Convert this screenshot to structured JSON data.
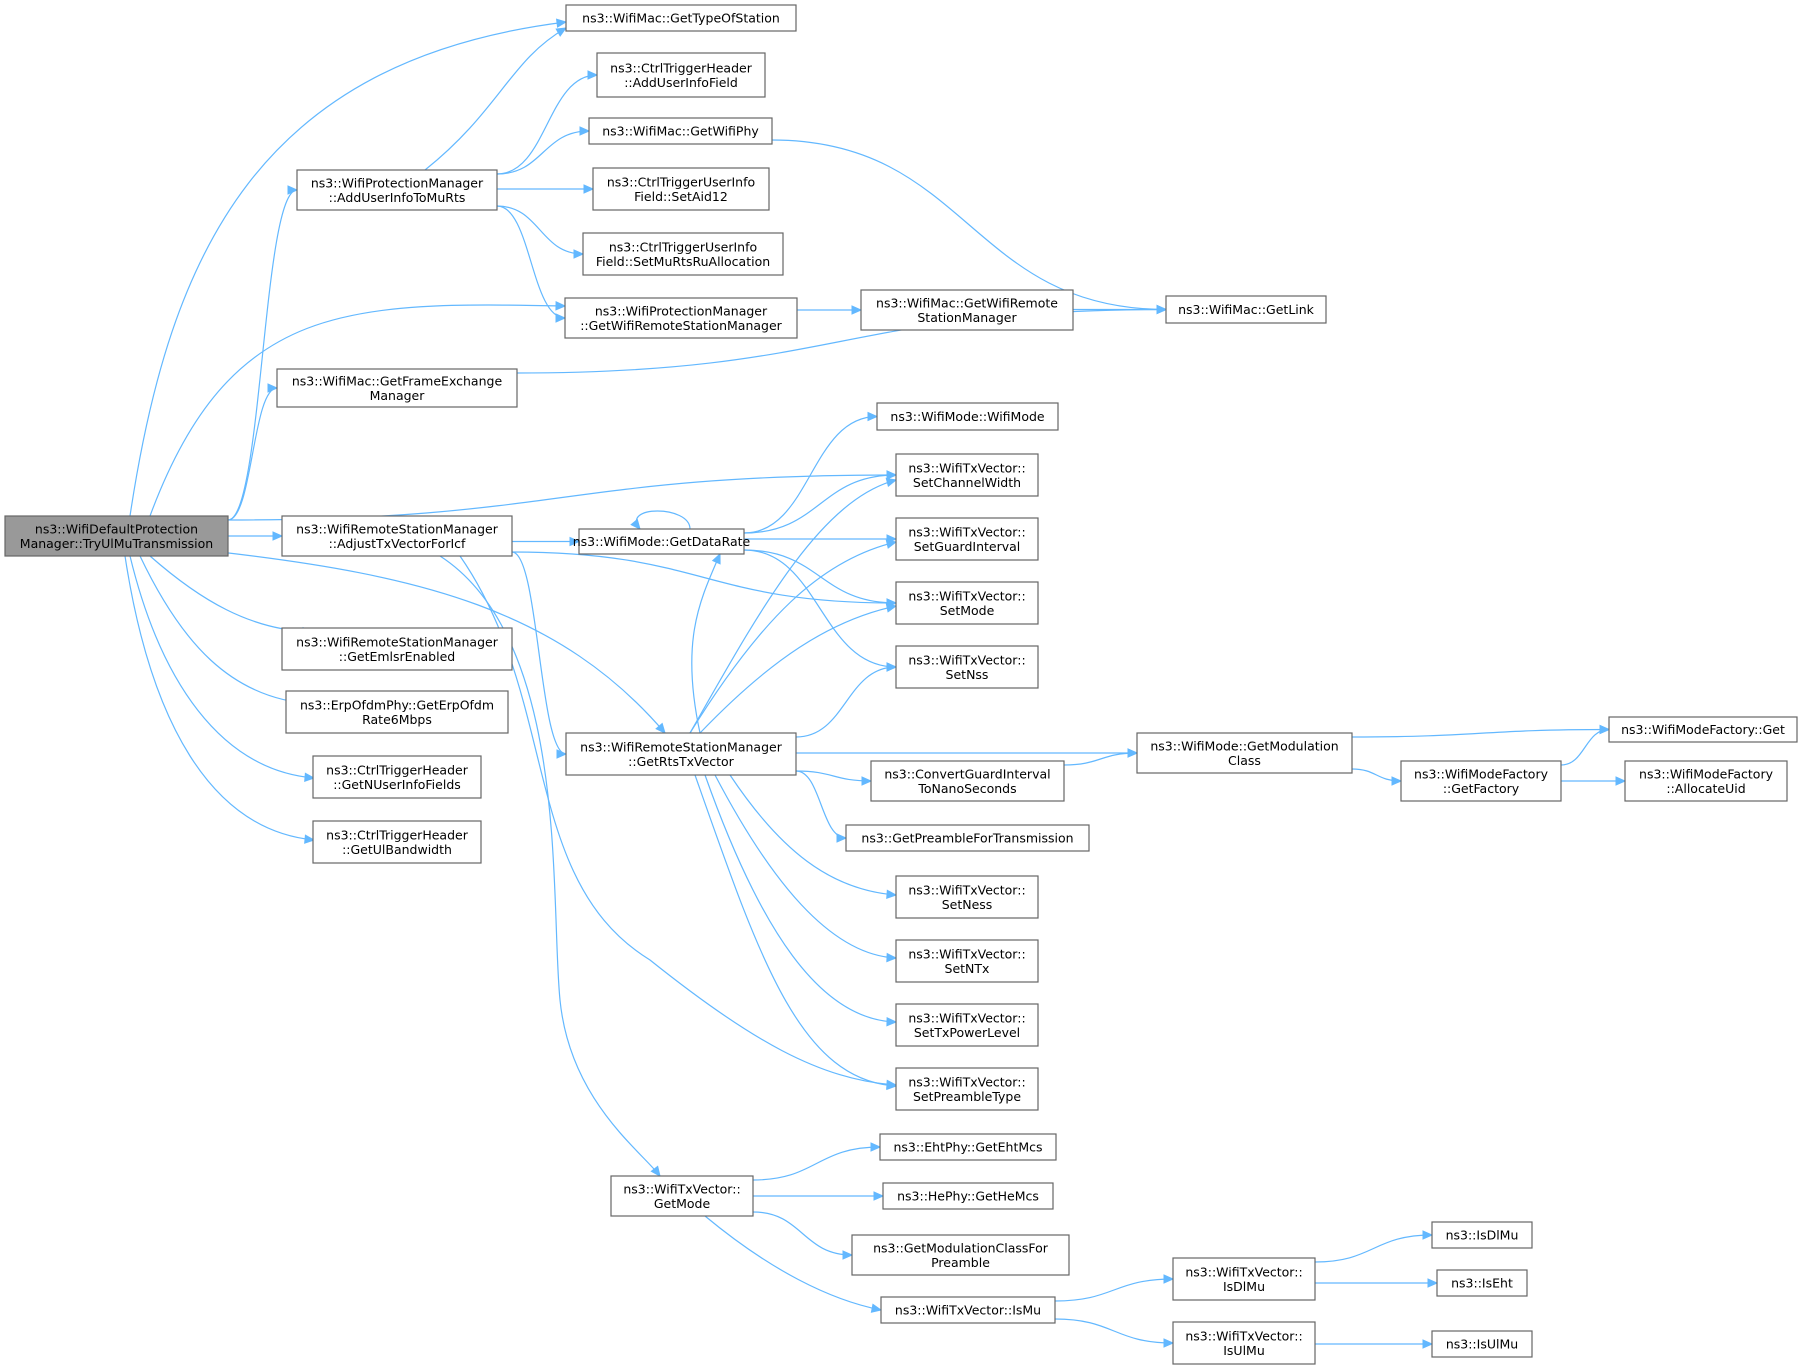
{
  "graph": {
    "nodes": [
      {
        "id": "root",
        "lines": [
          "ns3::WifiDefaultProtection",
          "Manager::TryUlMuTransmission"
        ],
        "root": true
      },
      {
        "id": "getTypeOfStation",
        "lines": [
          "ns3::WifiMac::GetTypeOfStation"
        ]
      },
      {
        "id": "addUserInfoField",
        "lines": [
          "ns3::CtrlTriggerHeader",
          "::AddUserInfoField"
        ]
      },
      {
        "id": "getWifiPhy",
        "lines": [
          "ns3::WifiMac::GetWifiPhy"
        ]
      },
      {
        "id": "setAid12",
        "lines": [
          "ns3::CtrlTriggerUserInfo",
          "Field::SetAid12"
        ]
      },
      {
        "id": "setMuRtsRuAllocation",
        "lines": [
          "ns3::CtrlTriggerUserInfo",
          "Field::SetMuRtsRuAllocation"
        ]
      },
      {
        "id": "addUserInfoToMuRts",
        "lines": [
          "ns3::WifiProtectionManager",
          "::AddUserInfoToMuRts"
        ]
      },
      {
        "id": "pmGetWifiRemoteStationManager",
        "lines": [
          "ns3::WifiProtectionManager",
          "::GetWifiRemoteStationManager"
        ]
      },
      {
        "id": "macGetWifiRemoteStationManager",
        "lines": [
          "ns3::WifiMac::GetWifiRemote",
          "StationManager"
        ]
      },
      {
        "id": "getLink",
        "lines": [
          "ns3::WifiMac::GetLink"
        ]
      },
      {
        "id": "getFrameExchangeManager",
        "lines": [
          "ns3::WifiMac::GetFrameExchange",
          "Manager"
        ]
      },
      {
        "id": "wifiModeCtor",
        "lines": [
          "ns3::WifiMode::WifiMode"
        ]
      },
      {
        "id": "setChannelWidth",
        "lines": [
          "ns3::WifiTxVector::",
          "SetChannelWidth"
        ]
      },
      {
        "id": "adjustTxVectorForIcf",
        "lines": [
          "ns3::WifiRemoteStationManager",
          "::AdjustTxVectorForIcf"
        ]
      },
      {
        "id": "getDataRate",
        "lines": [
          "ns3::WifiMode::GetDataRate"
        ]
      },
      {
        "id": "setGuardInterval",
        "lines": [
          "ns3::WifiTxVector::",
          "SetGuardInterval"
        ]
      },
      {
        "id": "setMode",
        "lines": [
          "ns3::WifiTxVector::",
          "SetMode"
        ]
      },
      {
        "id": "setNss",
        "lines": [
          "ns3::WifiTxVector::",
          "SetNss"
        ]
      },
      {
        "id": "getEmlsrEnabled",
        "lines": [
          "ns3::WifiRemoteStationManager",
          "::GetEmlsrEnabled"
        ]
      },
      {
        "id": "getErpOfdmRate6Mbps",
        "lines": [
          "ns3::ErpOfdmPhy::GetErpOfdm",
          "Rate6Mbps"
        ]
      },
      {
        "id": "getNUserInfoFields",
        "lines": [
          "ns3::CtrlTriggerHeader",
          "::GetNUserInfoFields"
        ]
      },
      {
        "id": "getUlBandwidth",
        "lines": [
          "ns3::CtrlTriggerHeader",
          "::GetUlBandwidth"
        ]
      },
      {
        "id": "getRtsTxVector",
        "lines": [
          "ns3::WifiRemoteStationManager",
          "::GetRtsTxVector"
        ]
      },
      {
        "id": "getModulationClass",
        "lines": [
          "ns3::WifiMode::GetModulation",
          "Class"
        ]
      },
      {
        "id": "factoryGet",
        "lines": [
          "ns3::WifiModeFactory::Get"
        ]
      },
      {
        "id": "convertGuardInterval",
        "lines": [
          "ns3::ConvertGuardInterval",
          "ToNanoSeconds"
        ]
      },
      {
        "id": "getFactory",
        "lines": [
          "ns3::WifiModeFactory",
          "::GetFactory"
        ]
      },
      {
        "id": "allocateUid",
        "lines": [
          "ns3::WifiModeFactory",
          "::AllocateUid"
        ]
      },
      {
        "id": "getPreambleForTransmission",
        "lines": [
          "ns3::GetPreambleForTransmission"
        ]
      },
      {
        "id": "setNess",
        "lines": [
          "ns3::WifiTxVector::",
          "SetNess"
        ]
      },
      {
        "id": "setNTx",
        "lines": [
          "ns3::WifiTxVector::",
          "SetNTx"
        ]
      },
      {
        "id": "setTxPowerLevel",
        "lines": [
          "ns3::WifiTxVector::",
          "SetTxPowerLevel"
        ]
      },
      {
        "id": "setPreambleType",
        "lines": [
          "ns3::WifiTxVector::",
          "SetPreambleType"
        ]
      },
      {
        "id": "getEhtMcs",
        "lines": [
          "ns3::EhtPhy::GetEhtMcs"
        ]
      },
      {
        "id": "getMode",
        "lines": [
          "ns3::WifiTxVector::",
          "GetMode"
        ]
      },
      {
        "id": "getHeMcs",
        "lines": [
          "ns3::HePhy::GetHeMcs"
        ]
      },
      {
        "id": "getModulationClassForPreamble",
        "lines": [
          "ns3::GetModulationClassFor",
          "Preamble"
        ]
      },
      {
        "id": "isDlMuFree",
        "lines": [
          "ns3::IsDlMu"
        ]
      },
      {
        "id": "txIsDlMu",
        "lines": [
          "ns3::WifiTxVector::",
          "IsDlMu"
        ]
      },
      {
        "id": "isEht",
        "lines": [
          "ns3::IsEht"
        ]
      },
      {
        "id": "isMu",
        "lines": [
          "ns3::WifiTxVector::IsMu"
        ]
      },
      {
        "id": "txIsUlMu",
        "lines": [
          "ns3::WifiTxVector::",
          "IsUlMu"
        ]
      },
      {
        "id": "isUlMuFree",
        "lines": [
          "ns3::IsUlMu"
        ]
      }
    ],
    "edges": [
      [
        "root",
        "getTypeOfStation"
      ],
      [
        "root",
        "addUserInfoToMuRts"
      ],
      [
        "root",
        "pmGetWifiRemoteStationManager"
      ],
      [
        "root",
        "getFrameExchangeManager"
      ],
      [
        "root",
        "setChannelWidth"
      ],
      [
        "root",
        "adjustTxVectorForIcf"
      ],
      [
        "root",
        "getRtsTxVector"
      ],
      [
        "root",
        "getEmlsrEnabled"
      ],
      [
        "root",
        "getErpOfdmRate6Mbps"
      ],
      [
        "root",
        "getNUserInfoFields"
      ],
      [
        "root",
        "getUlBandwidth"
      ],
      [
        "addUserInfoToMuRts",
        "getTypeOfStation"
      ],
      [
        "addUserInfoToMuRts",
        "addUserInfoField"
      ],
      [
        "addUserInfoToMuRts",
        "getWifiPhy"
      ],
      [
        "addUserInfoToMuRts",
        "setAid12"
      ],
      [
        "addUserInfoToMuRts",
        "setMuRtsRuAllocation"
      ],
      [
        "addUserInfoToMuRts",
        "pmGetWifiRemoteStationManager"
      ],
      [
        "getWifiPhy",
        "getLink"
      ],
      [
        "pmGetWifiRemoteStationManager",
        "macGetWifiRemoteStationManager"
      ],
      [
        "macGetWifiRemoteStationManager",
        "getLink"
      ],
      [
        "getFrameExchangeManager",
        "getLink"
      ],
      [
        "adjustTxVectorForIcf",
        "getDataRate"
      ],
      [
        "adjustTxVectorForIcf",
        "setMode"
      ],
      [
        "adjustTxVectorForIcf",
        "getRtsTxVector"
      ],
      [
        "adjustTxVectorForIcf",
        "getMode"
      ],
      [
        "adjustTxVectorForIcf",
        "setPreambleType"
      ],
      [
        "getDataRate",
        "wifiModeCtor"
      ],
      [
        "getDataRate",
        "setChannelWidth"
      ],
      [
        "getDataRate",
        "setGuardInterval"
      ],
      [
        "getDataRate",
        "setMode"
      ],
      [
        "getDataRate",
        "setNss"
      ],
      [
        "getDataRate",
        "getDataRate"
      ],
      [
        "getRtsTxVector",
        "setChannelWidth"
      ],
      [
        "getRtsTxVector",
        "setGuardInterval"
      ],
      [
        "getRtsTxVector",
        "setMode"
      ],
      [
        "getRtsTxVector",
        "setNss"
      ],
      [
        "getRtsTxVector",
        "getModulationClass"
      ],
      [
        "getRtsTxVector",
        "convertGuardInterval"
      ],
      [
        "getRtsTxVector",
        "getPreambleForTransmission"
      ],
      [
        "getRtsTxVector",
        "setNess"
      ],
      [
        "getRtsTxVector",
        "setNTx"
      ],
      [
        "getRtsTxVector",
        "setTxPowerLevel"
      ],
      [
        "getRtsTxVector",
        "setPreambleType"
      ],
      [
        "getRtsTxVector",
        "getDataRate"
      ],
      [
        "convertGuardInterval",
        "getModulationClass"
      ],
      [
        "getModulationClass",
        "factoryGet"
      ],
      [
        "getModulationClass",
        "getFactory"
      ],
      [
        "getFactory",
        "factoryGet"
      ],
      [
        "getFactory",
        "allocateUid"
      ],
      [
        "getMode",
        "getEhtMcs"
      ],
      [
        "getMode",
        "getHeMcs"
      ],
      [
        "getMode",
        "getModulationClassForPreamble"
      ],
      [
        "getMode",
        "isMu"
      ],
      [
        "isMu",
        "txIsDlMu"
      ],
      [
        "isMu",
        "txIsUlMu"
      ],
      [
        "txIsDlMu",
        "isDlMuFree"
      ],
      [
        "txIsDlMu",
        "isEht"
      ],
      [
        "txIsUlMu",
        "isUlMuFree"
      ]
    ]
  }
}
